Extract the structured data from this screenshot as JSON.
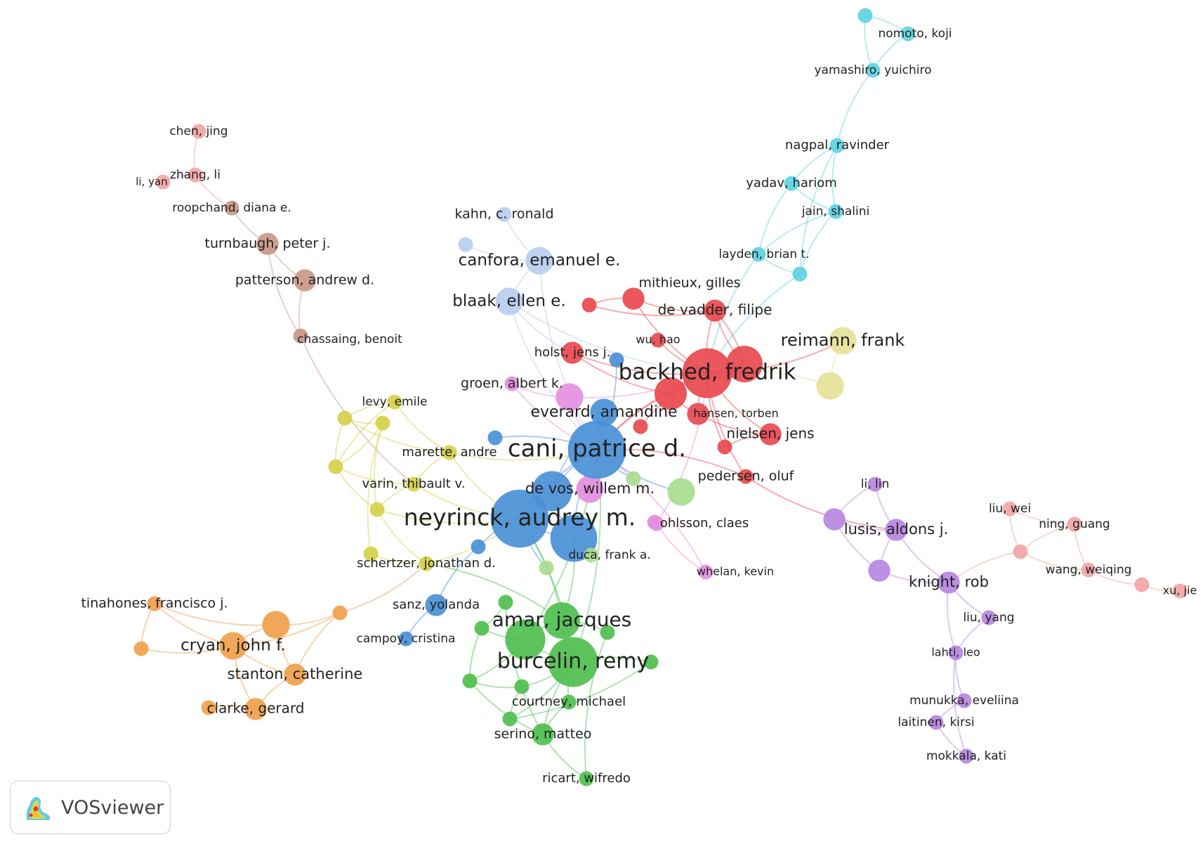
{
  "badge": {
    "name": "VOSviewer"
  },
  "colors": {
    "red": "#e8494f",
    "blue": "#4a90d6",
    "green": "#4fbf4f",
    "light_green": "#a9dc8e",
    "yellow": "#d5d04a",
    "pale_yellow": "#e5e29a",
    "orange": "#f0a04b",
    "purple": "#b687e0",
    "cyan": "#5fd3e0",
    "light_blue": "#b8cdee",
    "brown": "#c99787",
    "pink": "#e48fe0",
    "salmon": "#f2a5a5"
  },
  "nodes": [
    {
      "id": "nomoto",
      "label": "nomoto, koji",
      "cluster": "cyan",
      "weight": 1
    },
    {
      "id": "cy_top",
      "label": "",
      "cluster": "cyan",
      "weight": 1
    },
    {
      "id": "yamashiro",
      "label": "yamashiro, yuichiro",
      "cluster": "cyan",
      "weight": 1
    },
    {
      "id": "nagpal",
      "label": "nagpal, ravinder",
      "cluster": "cyan",
      "weight": 1
    },
    {
      "id": "yadav",
      "label": "yadav, hariom",
      "cluster": "cyan",
      "weight": 1
    },
    {
      "id": "jain",
      "label": "jain, shalini",
      "cluster": "cyan",
      "weight": 1
    },
    {
      "id": "layden",
      "label": "layden, brian t.",
      "cluster": "cyan",
      "weight": 1
    },
    {
      "id": "cy_low",
      "label": "",
      "cluster": "cyan",
      "weight": 1
    },
    {
      "id": "chen",
      "label": "chen, jing",
      "cluster": "salmon",
      "weight": 1
    },
    {
      "id": "zhang",
      "label": "zhang, li",
      "cluster": "salmon",
      "weight": 1
    },
    {
      "id": "liyan",
      "label": "li, yan",
      "cluster": "salmon",
      "weight": 1
    },
    {
      "id": "roopchand",
      "label": "roopchand, diana e.",
      "cluster": "brown",
      "weight": 1
    },
    {
      "id": "turnbaugh",
      "label": "turnbaugh, peter j.",
      "cluster": "brown",
      "weight": 2
    },
    {
      "id": "patterson",
      "label": "patterson, andrew d.",
      "cluster": "brown",
      "weight": 2
    },
    {
      "id": "chassaing",
      "label": "chassaing, benoit",
      "cluster": "brown",
      "weight": 1
    },
    {
      "id": "kahn",
      "label": "kahn, c. ronald",
      "cluster": "light_blue",
      "weight": 1
    },
    {
      "id": "lb_small",
      "label": "",
      "cluster": "light_blue",
      "weight": 1
    },
    {
      "id": "canfora",
      "label": "canfora, emanuel e.",
      "cluster": "light_blue",
      "weight": 3
    },
    {
      "id": "blaak",
      "label": "blaak, ellen e.",
      "cluster": "light_blue",
      "weight": 3
    },
    {
      "id": "mithieux",
      "label": "mithieux, gilles",
      "cluster": "red",
      "weight": 2
    },
    {
      "id": "devadder",
      "label": "de vadder, filipe",
      "cluster": "red",
      "weight": 2
    },
    {
      "id": "wuhao",
      "label": "wu, hao",
      "cluster": "red",
      "weight": 1
    },
    {
      "id": "red_small1",
      "label": "",
      "cluster": "red",
      "weight": 1
    },
    {
      "id": "holst",
      "label": "holst, jens j.",
      "cluster": "red",
      "weight": 2
    },
    {
      "id": "backhed",
      "label": "backhed, fredrik",
      "cluster": "red",
      "weight": 9
    },
    {
      "id": "red_big2",
      "label": "",
      "cluster": "red",
      "weight": 5
    },
    {
      "id": "red_mid1",
      "label": "",
      "cluster": "red",
      "weight": 4
    },
    {
      "id": "hansen",
      "label": "hansen, torben",
      "cluster": "red",
      "weight": 2
    },
    {
      "id": "nielsen",
      "label": "nielsen, jens",
      "cluster": "red",
      "weight": 2
    },
    {
      "id": "red_small2",
      "label": "",
      "cluster": "red",
      "weight": 1
    },
    {
      "id": "red_small3",
      "label": "",
      "cluster": "red",
      "weight": 1
    },
    {
      "id": "pedersen",
      "label": "pedersen, oluf",
      "cluster": "red",
      "weight": 1
    },
    {
      "id": "reimann",
      "label": "reimann, frank",
      "cluster": "pale_yellow",
      "weight": 3
    },
    {
      "id": "py_node",
      "label": "",
      "cluster": "pale_yellow",
      "weight": 3
    },
    {
      "id": "groen",
      "label": "groen, albert k.",
      "cluster": "pink",
      "weight": 1
    },
    {
      "id": "pink_mid",
      "label": "",
      "cluster": "pink",
      "weight": 3
    },
    {
      "id": "pink_small",
      "label": "",
      "cluster": "pink",
      "weight": 1
    },
    {
      "id": "ohlsson",
      "label": "ohlsson, claes",
      "cluster": "pink",
      "weight": 1
    },
    {
      "id": "whelan",
      "label": "whelan, kevin",
      "cluster": "pink",
      "weight": 1
    },
    {
      "id": "devos",
      "label": "de vos, willem m.",
      "cluster": "pink",
      "weight": 3
    },
    {
      "id": "everard",
      "label": "everard, amandine",
      "cluster": "blue",
      "weight": 3
    },
    {
      "id": "cani",
      "label": "cani, patrice d.",
      "cluster": "blue",
      "weight": 12
    },
    {
      "id": "blue_devos",
      "label": "",
      "cluster": "blue",
      "weight": 6
    },
    {
      "id": "neyrinck",
      "label": "neyrinck, audrey m.",
      "cluster": "blue",
      "weight": 12
    },
    {
      "id": "blue_duca",
      "label": "",
      "cluster": "blue",
      "weight": 8
    },
    {
      "id": "duca",
      "label": "duca, frank a.",
      "cluster": "light_green",
      "weight": 1
    },
    {
      "id": "blue_small1",
      "label": "",
      "cluster": "blue",
      "weight": 1
    },
    {
      "id": "blue_small2",
      "label": "",
      "cluster": "blue",
      "weight": 1
    },
    {
      "id": "blue_small3",
      "label": "",
      "cluster": "blue",
      "weight": 1
    },
    {
      "id": "sanz",
      "label": "sanz, yolanda",
      "cluster": "blue",
      "weight": 2
    },
    {
      "id": "campoy",
      "label": "campoy, cristina",
      "cluster": "blue",
      "weight": 1
    },
    {
      "id": "lg_node1",
      "label": "",
      "cluster": "light_green",
      "weight": 3
    },
    {
      "id": "lg_node2",
      "label": "",
      "cluster": "light_green",
      "weight": 1
    },
    {
      "id": "lg_node3",
      "label": "",
      "cluster": "light_green",
      "weight": 1
    },
    {
      "id": "levy",
      "label": "levy, emile",
      "cluster": "yellow",
      "weight": 1
    },
    {
      "id": "marette",
      "label": "marette, andre",
      "cluster": "yellow",
      "weight": 1
    },
    {
      "id": "varin",
      "label": "varin, thibault v.",
      "cluster": "yellow",
      "weight": 1
    },
    {
      "id": "y1",
      "label": "",
      "cluster": "yellow",
      "weight": 1
    },
    {
      "id": "y2",
      "label": "",
      "cluster": "yellow",
      "weight": 1
    },
    {
      "id": "y3",
      "label": "",
      "cluster": "yellow",
      "weight": 1
    },
    {
      "id": "y4",
      "label": "",
      "cluster": "yellow",
      "weight": 1
    },
    {
      "id": "y5",
      "label": "",
      "cluster": "yellow",
      "weight": 1
    },
    {
      "id": "schertzer",
      "label": "schertzer, jonathan d.",
      "cluster": "yellow",
      "weight": 1
    },
    {
      "id": "tinahones",
      "label": "tinahones, francisco j.",
      "cluster": "orange",
      "weight": 1
    },
    {
      "id": "orange_big",
      "label": "",
      "cluster": "orange",
      "weight": 3
    },
    {
      "id": "orange_r",
      "label": "",
      "cluster": "orange",
      "weight": 1
    },
    {
      "id": "cryan",
      "label": "cryan, john f.",
      "cluster": "orange",
      "weight": 3
    },
    {
      "id": "orange_l",
      "label": "",
      "cluster": "orange",
      "weight": 1
    },
    {
      "id": "stanton",
      "label": "stanton, catherine",
      "cluster": "orange",
      "weight": 2
    },
    {
      "id": "clarke",
      "label": "clarke, gerard",
      "cluster": "orange",
      "weight": 2
    },
    {
      "id": "orange_tiny",
      "label": "",
      "cluster": "orange",
      "weight": 1
    },
    {
      "id": "amar",
      "label": "amar, jacques",
      "cluster": "green",
      "weight": 5
    },
    {
      "id": "green_big1",
      "label": "",
      "cluster": "green",
      "weight": 6
    },
    {
      "id": "burcelin",
      "label": "burcelin, remy",
      "cluster": "green",
      "weight": 9
    },
    {
      "id": "courtney",
      "label": "courtney, michael",
      "cluster": "green",
      "weight": 1
    },
    {
      "id": "serino",
      "label": "serino, matteo",
      "cluster": "green",
      "weight": 2
    },
    {
      "id": "ricart",
      "label": "ricart, wifredo",
      "cluster": "green",
      "weight": 1
    },
    {
      "id": "g1",
      "label": "",
      "cluster": "green",
      "weight": 1
    },
    {
      "id": "g2",
      "label": "",
      "cluster": "green",
      "weight": 1
    },
    {
      "id": "g3",
      "label": "",
      "cluster": "green",
      "weight": 1
    },
    {
      "id": "g4",
      "label": "",
      "cluster": "green",
      "weight": 1
    },
    {
      "id": "g5",
      "label": "",
      "cluster": "green",
      "weight": 1
    },
    {
      "id": "g6",
      "label": "",
      "cluster": "green",
      "weight": 1
    },
    {
      "id": "g7",
      "label": "",
      "cluster": "green",
      "weight": 1
    },
    {
      "id": "lilin",
      "label": "li, lin",
      "cluster": "purple",
      "weight": 1
    },
    {
      "id": "purple_l",
      "label": "",
      "cluster": "purple",
      "weight": 2
    },
    {
      "id": "lusis",
      "label": "lusis, aldons j.",
      "cluster": "purple",
      "weight": 2
    },
    {
      "id": "purple_b",
      "label": "",
      "cluster": "purple",
      "weight": 2
    },
    {
      "id": "knight",
      "label": "knight, rob",
      "cluster": "purple",
      "weight": 2
    },
    {
      "id": "liuyang",
      "label": "liu, yang",
      "cluster": "purple",
      "weight": 1
    },
    {
      "id": "lahti",
      "label": "lahti, leo",
      "cluster": "purple",
      "weight": 1
    },
    {
      "id": "munukka",
      "label": "munukka, eveliina",
      "cluster": "purple",
      "weight": 1
    },
    {
      "id": "laitinen",
      "label": "laitinen, kirsi",
      "cluster": "purple",
      "weight": 1
    },
    {
      "id": "mokkala",
      "label": "mokkala, kati",
      "cluster": "purple",
      "weight": 1
    },
    {
      "id": "liuwei",
      "label": "liu, wei",
      "cluster": "salmon",
      "weight": 1
    },
    {
      "id": "ningguang",
      "label": "ning, guang",
      "cluster": "salmon",
      "weight": 1
    },
    {
      "id": "salmon_mid",
      "label": "",
      "cluster": "salmon",
      "weight": 1
    },
    {
      "id": "wangweiqing",
      "label": "wang, weiqing",
      "cluster": "salmon",
      "weight": 1
    },
    {
      "id": "salmon_r",
      "label": "",
      "cluster": "salmon",
      "weight": 1
    },
    {
      "id": "xujie",
      "label": "xu, jie",
      "cluster": "salmon",
      "weight": 1
    }
  ],
  "links": [
    [
      "nomoto",
      "cy_top"
    ],
    [
      "nomoto",
      "yamashiro"
    ],
    [
      "cy_top",
      "yamashiro"
    ],
    [
      "yamashiro",
      "nagpal"
    ],
    [
      "nagpal",
      "yadav"
    ],
    [
      "nagpal",
      "jain"
    ],
    [
      "yadav",
      "jain"
    ],
    [
      "yadav",
      "layden"
    ],
    [
      "jain",
      "layden"
    ],
    [
      "jain",
      "cy_low"
    ],
    [
      "layden",
      "cy_low"
    ],
    [
      "nagpal",
      "cy_low"
    ],
    [
      "layden",
      "backhed"
    ],
    [
      "cy_low",
      "backhed"
    ],
    [
      "chen",
      "zhang"
    ],
    [
      "zhang",
      "liyan"
    ],
    [
      "zhang",
      "roopchand"
    ],
    [
      "roopchand",
      "turnbaugh"
    ],
    [
      "turnbaugh",
      "patterson"
    ],
    [
      "patterson",
      "chassaing"
    ],
    [
      "chassaing",
      "varin"
    ],
    [
      "turnbaugh",
      "chassaing"
    ],
    [
      "kahn",
      "canfora"
    ],
    [
      "lb_small",
      "canfora"
    ],
    [
      "canfora",
      "blaak"
    ],
    [
      "blaak",
      "cani"
    ],
    [
      "blaak",
      "backhed"
    ],
    [
      "canfora",
      "cani"
    ],
    [
      "blaak",
      "holst"
    ],
    [
      "mithieux",
      "devadder"
    ],
    [
      "mithieux",
      "red_small1"
    ],
    [
      "mithieux",
      "backhed"
    ],
    [
      "devadder",
      "backhed"
    ],
    [
      "devadder",
      "red_big2"
    ],
    [
      "wuhao",
      "backhed"
    ],
    [
      "holst",
      "backhed"
    ],
    [
      "holst",
      "red_mid1"
    ],
    [
      "backhed",
      "red_big2"
    ],
    [
      "backhed",
      "red_mid1"
    ],
    [
      "backhed",
      "hansen"
    ],
    [
      "backhed",
      "nielsen"
    ],
    [
      "hansen",
      "nielsen"
    ],
    [
      "backhed",
      "red_small2"
    ],
    [
      "backhed",
      "red_small3"
    ],
    [
      "backhed",
      "pedersen"
    ],
    [
      "backhed",
      "cani"
    ],
    [
      "red_mid1",
      "cani"
    ],
    [
      "backhed",
      "reimann"
    ],
    [
      "reimann",
      "py_node"
    ],
    [
      "py_node",
      "backhed"
    ],
    [
      "red_big2",
      "devadder"
    ],
    [
      "nielsen",
      "red_small3"
    ],
    [
      "pedersen",
      "cani"
    ],
    [
      "red_mid1",
      "hansen"
    ],
    [
      "red_small1",
      "devadder"
    ],
    [
      "groen",
      "pink_mid"
    ],
    [
      "groen",
      "cani"
    ],
    [
      "pink_mid",
      "cani"
    ],
    [
      "pink_mid",
      "backhed"
    ],
    [
      "pink_small",
      "ohlsson"
    ],
    [
      "ohlsson",
      "whelan"
    ],
    [
      "devos",
      "cani"
    ],
    [
      "devos",
      "neyrinck"
    ],
    [
      "ohlsson",
      "backhed"
    ],
    [
      "whelan",
      "cani"
    ],
    [
      "pedersen",
      "lusis"
    ],
    [
      "everard",
      "cani"
    ],
    [
      "everard",
      "blue_devos"
    ],
    [
      "cani",
      "blue_devos"
    ],
    [
      "cani",
      "neyrinck"
    ],
    [
      "cani",
      "blue_duca"
    ],
    [
      "neyrinck",
      "blue_duca"
    ],
    [
      "neyrinck",
      "blue_devos"
    ],
    [
      "blue_devos",
      "blue_duca"
    ],
    [
      "cani",
      "blue_small1"
    ],
    [
      "cani",
      "blue_small2"
    ],
    [
      "neyrinck",
      "blue_small3"
    ],
    [
      "blue_small3",
      "sanz"
    ],
    [
      "sanz",
      "campoy"
    ],
    [
      "cani",
      "lg_node1"
    ],
    [
      "cani",
      "lg_node2"
    ],
    [
      "neyrinck",
      "lg_node3"
    ],
    [
      "levy",
      "marette"
    ],
    [
      "levy",
      "y1"
    ],
    [
      "y1",
      "y2"
    ],
    [
      "y2",
      "y3"
    ],
    [
      "y3",
      "y4"
    ],
    [
      "y1",
      "y3"
    ],
    [
      "y2",
      "y4"
    ],
    [
      "y4",
      "schertzer"
    ],
    [
      "marette",
      "varin"
    ],
    [
      "varin",
      "y4"
    ],
    [
      "y1",
      "marette"
    ],
    [
      "y2",
      "varin"
    ],
    [
      "marette",
      "neyrinck"
    ],
    [
      "varin",
      "neyrinck"
    ],
    [
      "y4",
      "neyrinck"
    ],
    [
      "y5",
      "schertzer"
    ],
    [
      "y3",
      "y5"
    ],
    [
      "schertzer",
      "neyrinck"
    ],
    [
      "levy",
      "y2"
    ],
    [
      "marette",
      "cani"
    ],
    [
      "tinahones",
      "orange_big"
    ],
    [
      "tinahones",
      "cryan"
    ],
    [
      "tinahones",
      "orange_l"
    ],
    [
      "orange_big",
      "cryan"
    ],
    [
      "orange_big",
      "stanton"
    ],
    [
      "cryan",
      "stanton"
    ],
    [
      "cryan",
      "clarke"
    ],
    [
      "stanton",
      "clarke"
    ],
    [
      "orange_big",
      "orange_r"
    ],
    [
      "orange_r",
      "schertzer"
    ],
    [
      "clarke",
      "orange_tiny"
    ],
    [
      "orange_r",
      "stanton"
    ],
    [
      "orange_l",
      "cryan"
    ],
    [
      "cryan",
      "orange_r"
    ],
    [
      "amar",
      "green_big1"
    ],
    [
      "amar",
      "burcelin"
    ],
    [
      "green_big1",
      "burcelin"
    ],
    [
      "burcelin",
      "courtney"
    ],
    [
      "burcelin",
      "serino"
    ],
    [
      "serino",
      "ricart"
    ],
    [
      "courtney",
      "serino"
    ],
    [
      "g1",
      "green_big1"
    ],
    [
      "g2",
      "green_big1"
    ],
    [
      "g3",
      "burcelin"
    ],
    [
      "g4",
      "burcelin"
    ],
    [
      "g5",
      "amar"
    ],
    [
      "g6",
      "serino"
    ],
    [
      "g7",
      "burcelin"
    ],
    [
      "g1",
      "g2"
    ],
    [
      "g2",
      "g3"
    ],
    [
      "g3",
      "g4"
    ],
    [
      "g1",
      "g6"
    ],
    [
      "g4",
      "g7"
    ],
    [
      "amar",
      "neyrinck"
    ],
    [
      "burcelin",
      "neyrinck"
    ],
    [
      "green_big1",
      "cani"
    ],
    [
      "burcelin",
      "cani"
    ],
    [
      "amar",
      "blue_duca"
    ],
    [
      "g2",
      "serino"
    ],
    [
      "g5",
      "ricart"
    ],
    [
      "amar",
      "schertzer"
    ],
    [
      "lilin",
      "lusis"
    ],
    [
      "lilin",
      "purple_l"
    ],
    [
      "purple_l",
      "lusis"
    ],
    [
      "lusis",
      "purple_b"
    ],
    [
      "purple_l",
      "purple_b"
    ],
    [
      "lusis",
      "knight"
    ],
    [
      "purple_b",
      "knight"
    ],
    [
      "knight",
      "liuyang"
    ],
    [
      "knight",
      "lahti"
    ],
    [
      "lahti",
      "munukka"
    ],
    [
      "munukka",
      "laitinen"
    ],
    [
      "laitinen",
      "mokkala"
    ],
    [
      "lahti",
      "mokkala"
    ],
    [
      "liuyang",
      "lahti"
    ],
    [
      "liuwei",
      "salmon_mid"
    ],
    [
      "ningguang",
      "salmon_mid"
    ],
    [
      "salmon_mid",
      "wangweiqing"
    ],
    [
      "wangweiqing",
      "salmon_r"
    ],
    [
      "salmon_r",
      "xujie"
    ],
    [
      "salmon_mid",
      "knight"
    ],
    [
      "liuwei",
      "ningguang"
    ],
    [
      "ningguang",
      "wangweiqing"
    ]
  ]
}
